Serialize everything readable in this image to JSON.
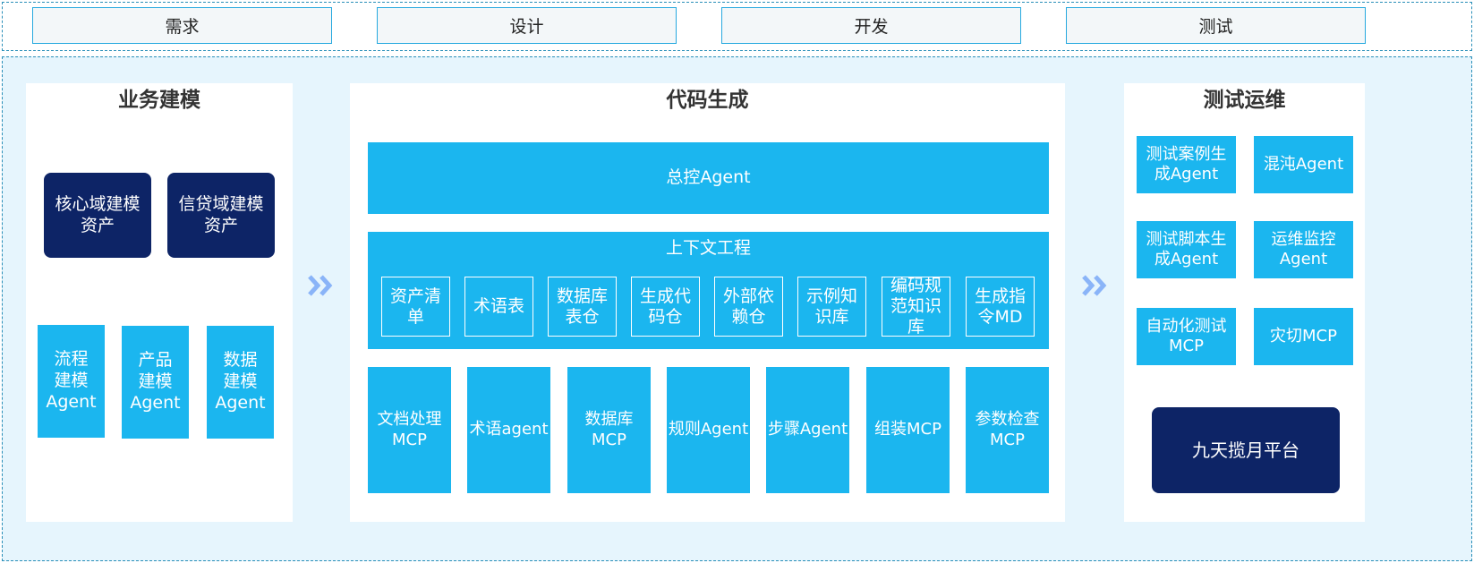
{
  "phases": [
    "需求",
    "设计",
    "开发",
    "测试"
  ],
  "business": {
    "title": "业务建模",
    "assets": [
      "核心域建模\n资产",
      "信贷域建模\n资产"
    ],
    "agents": [
      "流程\n建模\nAgent",
      "产品\n建模\nAgent",
      "数据\n建模\nAgent"
    ]
  },
  "codegen": {
    "title": "代码生成",
    "master": "总控Agent",
    "context_title": "上下文工程",
    "context_items": [
      "资产清\n单",
      "术语表",
      "数据库\n表仓",
      "生成代\n码仓",
      "外部依\n赖仓",
      "示例知\n识库",
      "编码规\n范知识\n库",
      "生成指\n令MD"
    ],
    "tools": [
      "文档处理\nMCP",
      "术语agent",
      "数据库\nMCP",
      "规则Agent",
      "步骤Agent",
      "组装MCP",
      "参数检查\nMCP"
    ]
  },
  "testops": {
    "title": "测试运维",
    "items": [
      "测试案例生\n成Agent",
      "混沌Agent",
      "测试脚本生\n成Agent",
      "运维监控\nAgent",
      "自动化测试\nMCP",
      "灾切MCP"
    ],
    "platform": "九天揽月平台"
  },
  "colors": {
    "cyan": "#1bb6ef",
    "navy": "#0d2466",
    "chevron": "#8ab4f8",
    "background": "#e6f5fd"
  }
}
